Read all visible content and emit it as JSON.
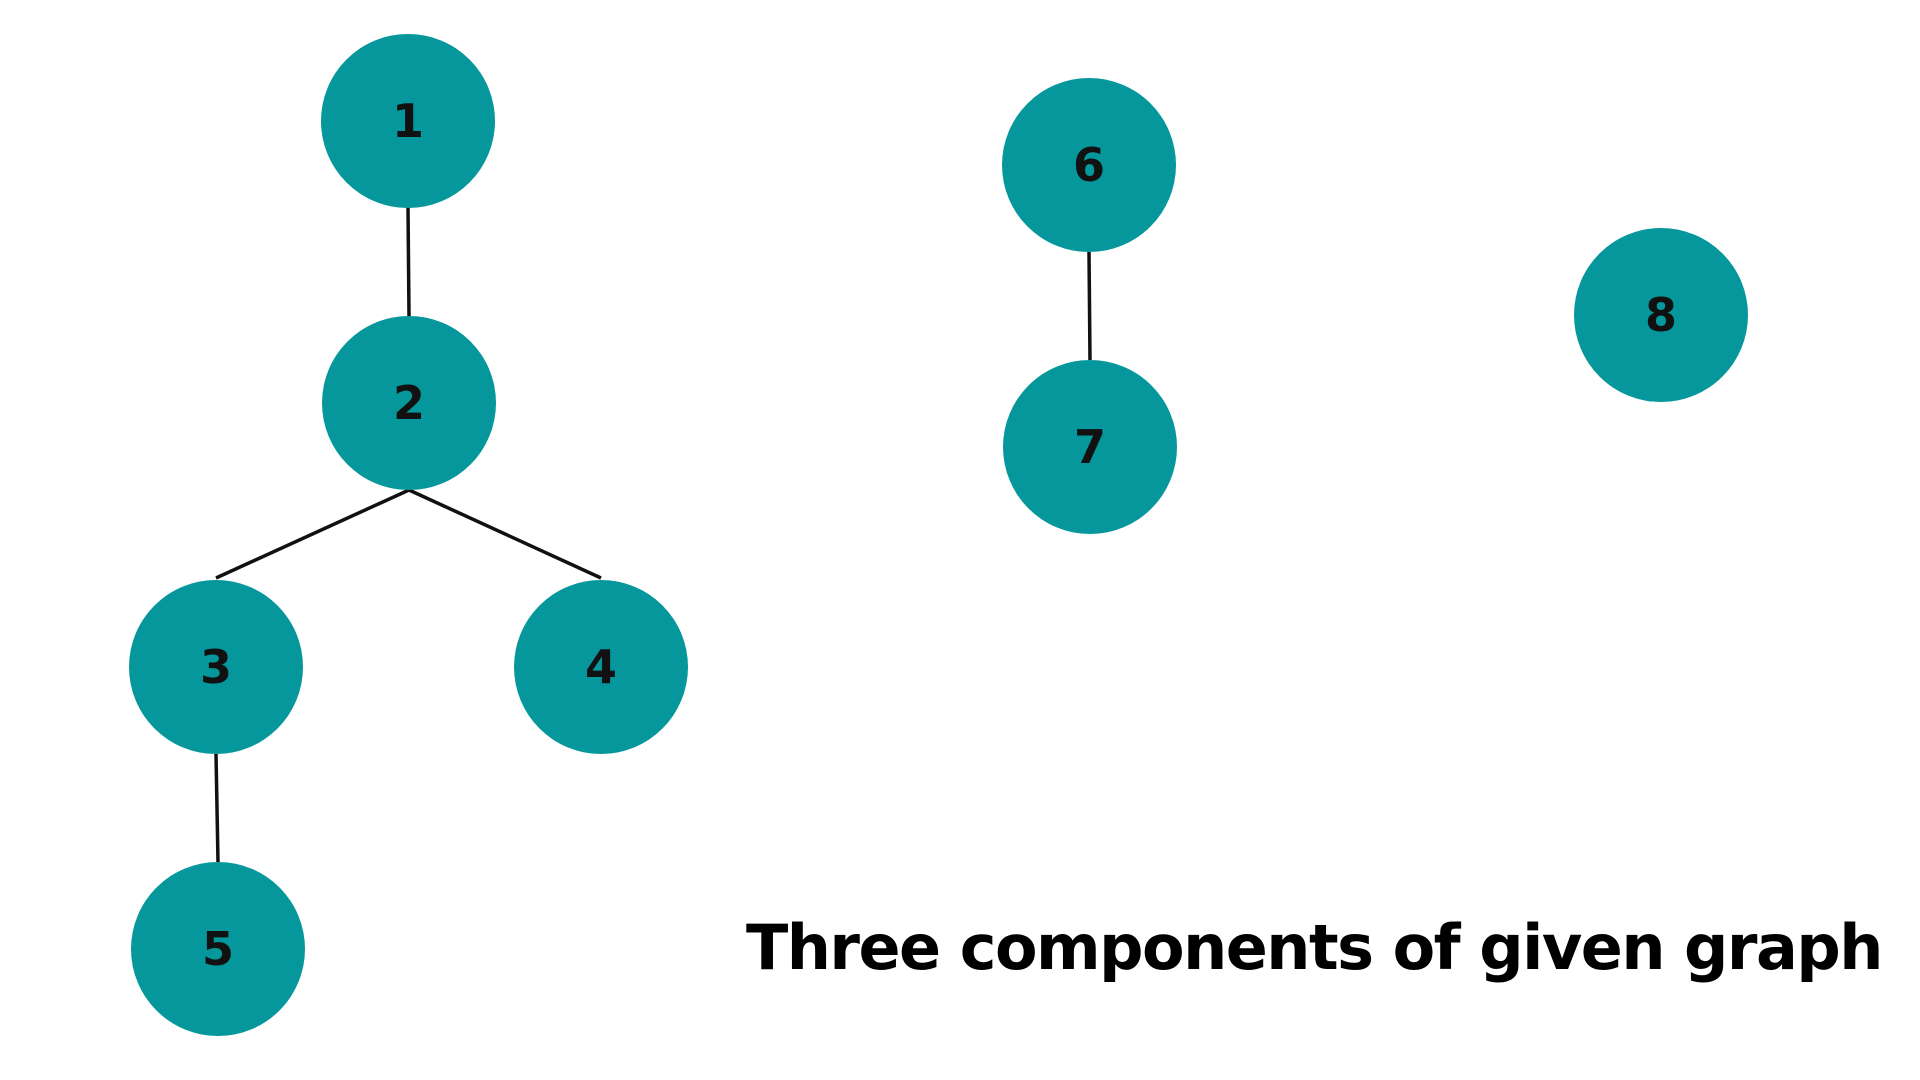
{
  "colors": {
    "node_fill": "#05979b",
    "edge": "#111111",
    "label": "#111111"
  },
  "graph": {
    "nodes": [
      {
        "id": "1",
        "label": "1"
      },
      {
        "id": "2",
        "label": "2"
      },
      {
        "id": "3",
        "label": "3"
      },
      {
        "id": "4",
        "label": "4"
      },
      {
        "id": "5",
        "label": "5"
      },
      {
        "id": "6",
        "label": "6"
      },
      {
        "id": "7",
        "label": "7"
      },
      {
        "id": "8",
        "label": "8"
      }
    ],
    "edges": [
      {
        "from": "1",
        "to": "2"
      },
      {
        "from": "2",
        "to": "3"
      },
      {
        "from": "2",
        "to": "4"
      },
      {
        "from": "3",
        "to": "5"
      },
      {
        "from": "6",
        "to": "7"
      }
    ]
  },
  "caption": "Three components of given graph"
}
